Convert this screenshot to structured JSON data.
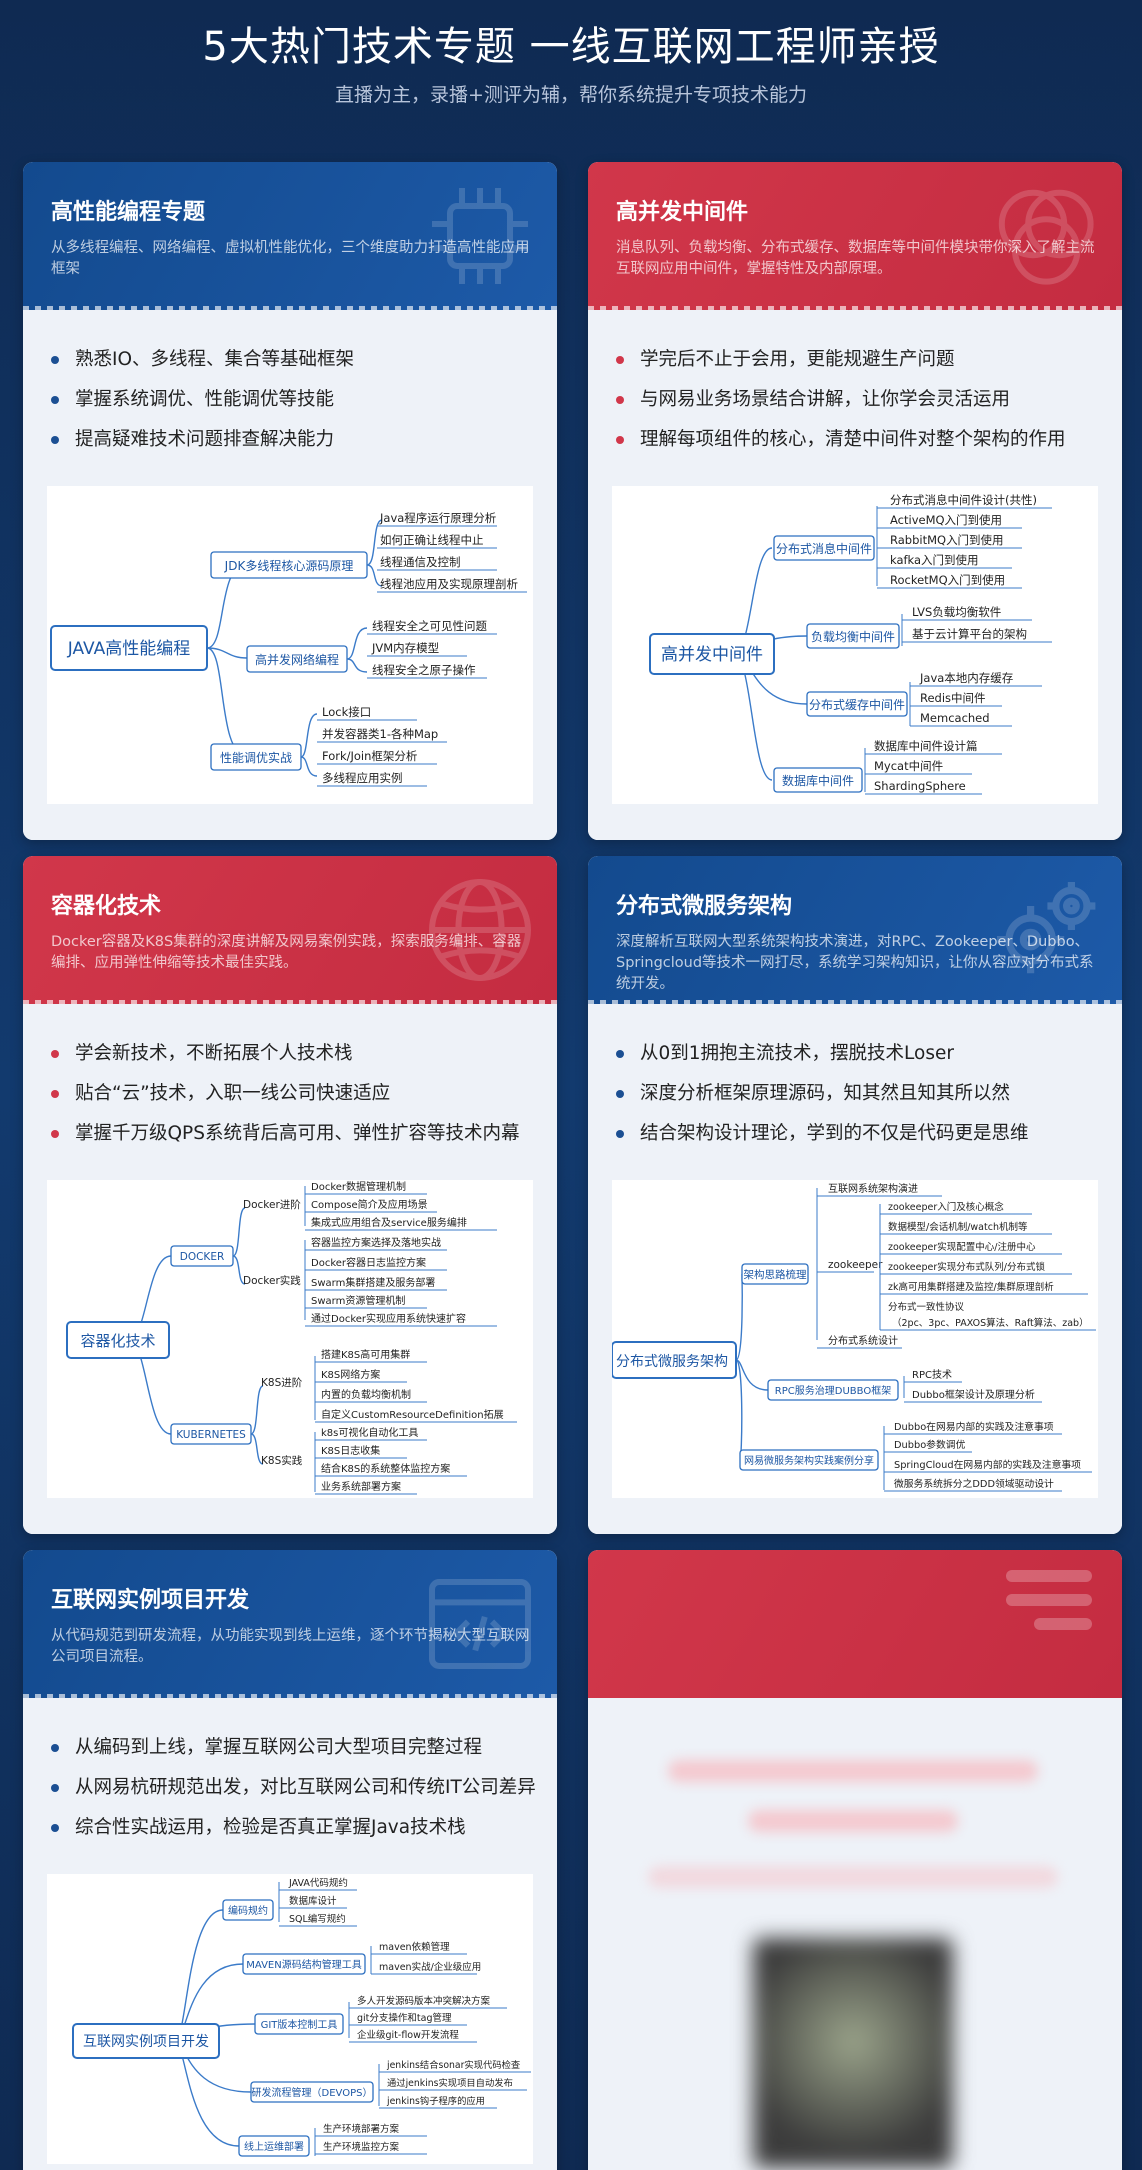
{
  "hero": {
    "title": "5大热门技术专题 一线互联网工程师亲授",
    "subtitle": "直播为主，录播+测评为辅，帮你系统提升专项技术能力"
  },
  "cards": [
    {
      "title": "高性能编程专题",
      "desc": "从多线程编程、网络编程、虚拟机性能优化，三个维度助力打造高性能应用框架",
      "bullets": [
        "熟悉IO、多线程、集合等基础框架",
        "掌握系统调优、性能调优等技能",
        "提高疑难技术问题排查解决能力"
      ],
      "map": {
        "root": "JAVA高性能编程",
        "branches": [
          {
            "label": "JDK多线程核心源码原理",
            "leaves": [
              "Java程序运行原理分析",
              "如何正确让线程中止",
              "线程通信及控制",
              "线程池应用及实现原理剖析"
            ]
          },
          {
            "label": "高并发网络编程",
            "leaves": [
              "线程安全之可见性问题",
              "JVM内存模型",
              "线程安全之原子操作"
            ]
          },
          {
            "label": "性能调优实战",
            "leaves": [
              "Lock接口",
              "并发容器类1-各种Map",
              "Fork/Join框架分析",
              "多线程应用实例"
            ]
          }
        ]
      }
    },
    {
      "title": "高并发中间件",
      "desc": "消息队列、负载均衡、分布式缓存、数据库等中间件模块带你深入了解主流互联网应用中间件，掌握特性及内部原理。",
      "bullets": [
        "学完后不止于会用，更能规避生产问题",
        "与网易业务场景结合讲解，让你学会灵活运用",
        "理解每项组件的核心，清楚中间件对整个架构的作用"
      ],
      "map": {
        "root": "高并发中间件",
        "branches": [
          {
            "label": "分布式消息中间件",
            "leaves": [
              "分布式消息中间件设计(共性)",
              "ActiveMQ入门到使用",
              "RabbitMQ入门到使用",
              "kafka入门到使用",
              "RocketMQ入门到使用"
            ]
          },
          {
            "label": "负载均衡中间件",
            "leaves": [
              "LVS负载均衡软件",
              "基于云计算平台的架构"
            ]
          },
          {
            "label": "分布式缓存中间件",
            "leaves": [
              "Java本地内存缓存",
              "Redis中间件",
              "Memcached"
            ]
          },
          {
            "label": "数据库中间件",
            "leaves": [
              "数据库中间件设计篇",
              "Mycat中间件",
              "ShardingSphere"
            ]
          }
        ]
      }
    },
    {
      "title": "容器化技术",
      "desc": "Docker容器及K8S集群的深度讲解及网易案例实践，探索服务编排、容器编排、应用弹性伸缩等技术最佳实践。",
      "bullets": [
        "学会新技术，不断拓展个人技术栈",
        "贴合“云”技术，入职一线公司快速适应",
        "掌握千万级QPS系统背后高可用、弹性扩容等技术内幕"
      ],
      "map": {
        "root": "容器化技术",
        "branches": [
          {
            "label": "DOCKER",
            "subs": [
              {
                "label": "Docker进阶",
                "leaves": [
                  "Docker数据管理机制",
                  "Compose简介及应用场景",
                  "集成式应用组合及service服务编排"
                ]
              },
              {
                "label": "Docker实践",
                "leaves": [
                  "容器监控方案选择及落地实战",
                  "Docker容器日志监控方案",
                  "Swarm集群搭建及服务部署",
                  "Swarm资源管理机制",
                  "通过Docker实现应用系统快速扩容"
                ]
              }
            ]
          },
          {
            "label": "KUBERNETES",
            "subs": [
              {
                "label": "K8S进阶",
                "leaves": [
                  "搭建K8S高可用集群",
                  "K8S网络方案",
                  "内置的负载均衡机制",
                  "自定义CustomResourceDefinition拓展"
                ]
              },
              {
                "label": "K8S实践",
                "leaves": [
                  "k8s可视化自动化工具",
                  "K8S日志收集",
                  "结合K8S的系统整体监控方案",
                  "业务系统部署方案"
                ]
              }
            ]
          }
        ]
      }
    },
    {
      "title": "分布式微服务架构",
      "desc": "深度解析互联网大型系统架构技术演进，对RPC、Zookeeper、Dubbo、Springcloud等技术一网打尽，系统学习架构知识，让你从容应对分布式系统开发。",
      "bullets": [
        "从0到1拥抱主流技术，摆脱技术Loser",
        "深度分析框架原理源码，知其然且知其所以然",
        "结合架构设计理论，学到的不仅是代码更是思维"
      ],
      "map": {
        "root": "分布式微服务架构",
        "branches": [
          {
            "label": "架构思路梳理",
            "top": "互联网系统架构演进",
            "sub": "zookeeper",
            "leaves": [
              "zookeeper入门及核心概念",
              "数据模型/会话机制/watch机制等",
              "zookeeper实现配置中心/注册中心",
              "zookeeper实现分布式队列/分布式锁",
              "zk高可用集群搭建及监控/集群原理剖析",
              "分布式一致性协议",
              "（2pc、3pc、PAXOS算法、Raft算法、zab）"
            ],
            "bottom": "分布式系统设计"
          },
          {
            "label": "RPC服务治理DUBBO框架",
            "leaves": [
              "RPC技术",
              "Dubbo框架设计及原理分析"
            ]
          },
          {
            "label": "网易微服务架构实践案例分享",
            "leaves": [
              "Dubbo在网易内部的实践及注意事项",
              "Dubbo参数调优",
              "SpringCloud在网易内部的实践及注意事项",
              "微服务系统拆分之DDD领域驱动设计"
            ]
          }
        ]
      }
    },
    {
      "title": "互联网实例项目开发",
      "desc": "从代码规范到研发流程，从功能实现到线上运维，逐个环节揭秘大型互联网公司项目流程。",
      "bullets": [
        "从编码到上线，掌握互联网公司大型项目完整过程",
        "从网易杭研规范出发，对比互联网公司和传统IT公司差异",
        "综合性实战运用，检验是否真正掌握Java技术栈"
      ],
      "map": {
        "root": "互联网实例项目开发",
        "branches": [
          {
            "label": "编码规约",
            "leaves": [
              "JAVA代码规约",
              "数据库设计",
              "SQL编写规约"
            ]
          },
          {
            "label": "MAVEN源码结构管理工具",
            "leaves": [
              "maven依赖管理",
              "maven实战/企业级应用"
            ]
          },
          {
            "label": "GIT版本控制工具",
            "leaves": [
              "多人开发源码版本冲突解决方案",
              "git分支操作和tag管理",
              "企业级git-flow开发流程"
            ]
          },
          {
            "label": "研发流程管理（DEVOPS）",
            "leaves": [
              "jenkins结合sonar实现代码检查",
              "通过jenkins实现项目自动发布",
              "jenkins钩子程序的应用"
            ]
          },
          {
            "label": "线上运维部署",
            "leaves": [
              "生产环境部署方案",
              "生产环境监控方案"
            ]
          }
        ]
      }
    }
  ],
  "colors": {
    "blue": "#134a8e",
    "red": "#d1374a",
    "accent": "#2c6fc0"
  }
}
